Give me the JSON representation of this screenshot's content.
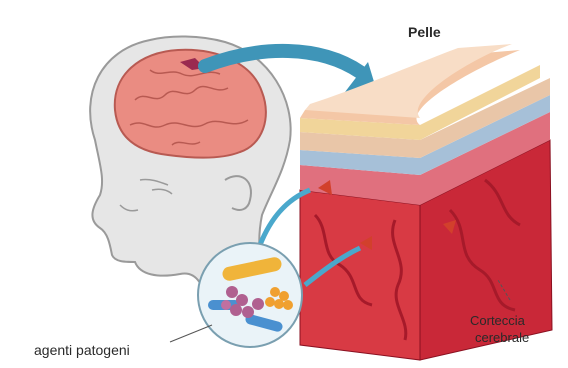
{
  "labels": {
    "skin": "Pelle",
    "cortex_line1": "Corteccia",
    "cortex_line2": "cerebrale",
    "pathogens": "agenti patogeni"
  },
  "colors": {
    "head_outline": "#8c8c8c",
    "head_fill": "#e4e4e4",
    "brain": "#e98a80",
    "arrow_blue": "#3f95b8",
    "arrow_red": "#d2402c",
    "skin_top": "#f3d6b5",
    "cortex": "#d2303c",
    "pathogen_purple": "#b06090",
    "pathogen_orange": "#f0a030",
    "pathogen_blue": "#4a90d0"
  }
}
